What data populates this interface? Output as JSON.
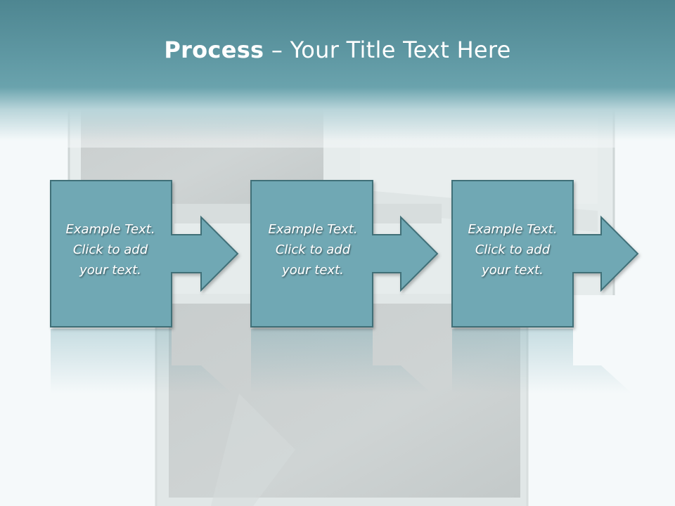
{
  "slide": {
    "title_bold": "Process",
    "title_rest": " – Your Title Text Here"
  },
  "steps": [
    {
      "line1": "Example Text.",
      "line2": "Click  to add",
      "line3": "your text."
    },
    {
      "line1": "Example Text.",
      "line2": "Click  to add",
      "line3": "your text."
    },
    {
      "line1": "Example Text.",
      "line2": "Click  to add",
      "line3": "your text."
    }
  ],
  "colors": {
    "title_bar": "#5f98a3",
    "card_fill": "#70a8b4",
    "card_stroke": "#3f6f78",
    "text": "#ffffff"
  }
}
